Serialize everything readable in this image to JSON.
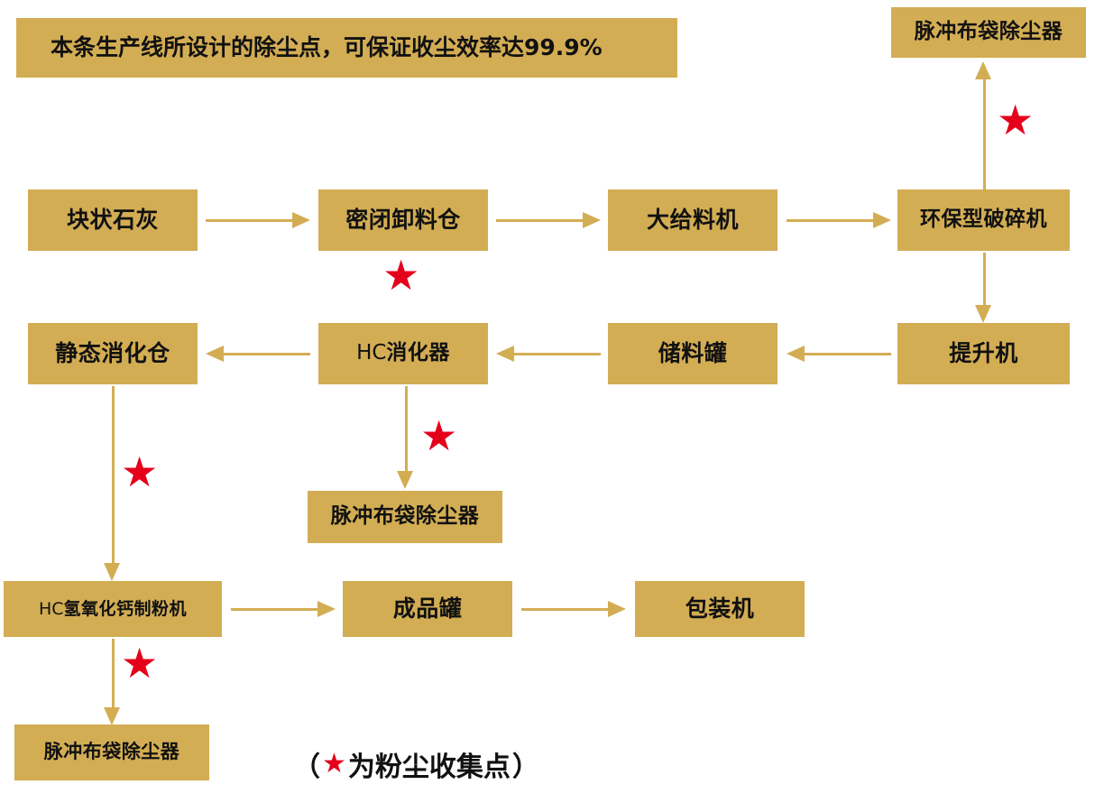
{
  "diagram": {
    "title_banner": {
      "text": "本条生产线所设计的除尘点，可保证收尘效率达99.9%"
    },
    "legend": {
      "open_paren": "（",
      "star_glyph": "★",
      "text": "为粉尘收集点",
      "close_paren": "）"
    },
    "colors": {
      "node_fill": "#D3AD54",
      "arrow": "#D3AD54",
      "star": "#E4001B",
      "text": "#111111",
      "background": "#FFFFFF"
    },
    "nodes": [
      {
        "id": "dust-collector-top-right",
        "label": "脉冲布袋除尘器"
      },
      {
        "id": "lump-lime",
        "label": "块状石灰"
      },
      {
        "id": "sealed-discharge-bin",
        "label": "密闭卸料仓"
      },
      {
        "id": "large-feeder",
        "label": "大给料机"
      },
      {
        "id": "eco-crusher",
        "label": "环保型破碎机"
      },
      {
        "id": "static-digestion-bin",
        "label": "静态消化仓"
      },
      {
        "id": "hc-digester",
        "label_prefix": "HC",
        "label_main": "消化器",
        "label": "HC消化器"
      },
      {
        "id": "storage-tank",
        "label": "储料罐"
      },
      {
        "id": "elevator",
        "label": "提升机"
      },
      {
        "id": "dust-collector-middle",
        "label": "脉冲布袋除尘器"
      },
      {
        "id": "hc-calcium-hydroxide-mill",
        "label_prefix": "HC",
        "label_main": "氢氧化钙制粉机",
        "label": "HC氢氧化钙制粉机"
      },
      {
        "id": "finished-product-tank",
        "label": "成品罐"
      },
      {
        "id": "packaging-machine",
        "label": "包装机"
      },
      {
        "id": "dust-collector-bottom-left",
        "label": "脉冲布袋除尘器"
      }
    ],
    "stars": [
      {
        "id": "star-sealed-discharge-bin"
      },
      {
        "id": "star-eco-crusher"
      },
      {
        "id": "star-hc-digester"
      },
      {
        "id": "star-static-digestion-bin"
      },
      {
        "id": "star-hc-mill"
      }
    ],
    "star_glyph": "★"
  }
}
